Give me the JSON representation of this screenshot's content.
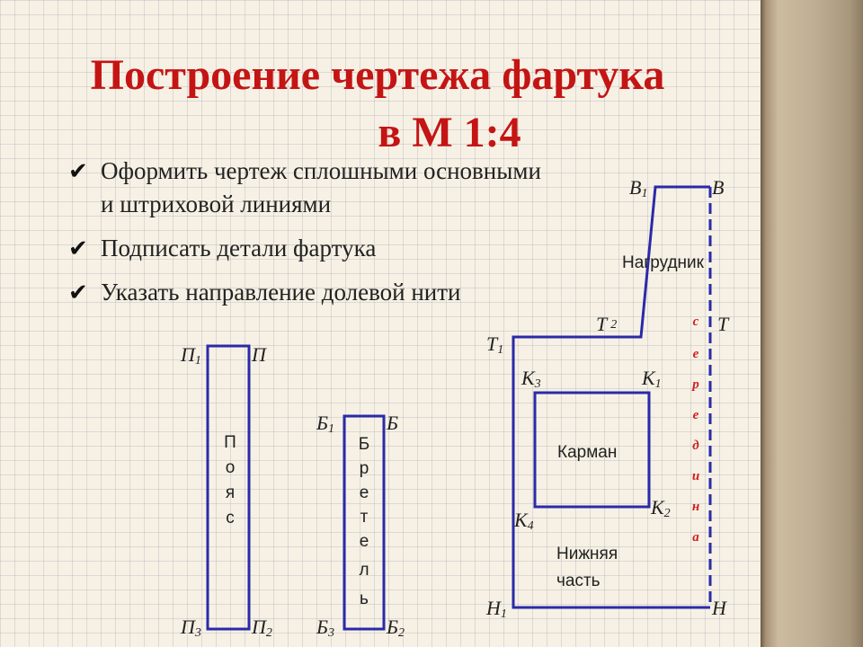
{
  "title": {
    "line1": "Построение чертежа фартука",
    "line2": "в М 1:4"
  },
  "bullets": [
    {
      "icon": "checkmark-icon",
      "text": "Оформить чертеж сплошными основными и штриховой линиями"
    },
    {
      "icon": "checkmark-icon",
      "text": "Подписать детали фартука"
    },
    {
      "icon": "checkmark-icon",
      "text": "Указать направление долевой нити"
    }
  ],
  "belt": {
    "labels": {
      "p1": "П",
      "p1_sub": "1",
      "p": "П",
      "p3": "П",
      "p3_sub": "3",
      "p2": "П",
      "p2_sub": "2"
    },
    "name_letters": [
      "П",
      "о",
      "я",
      "с"
    ]
  },
  "strap": {
    "labels": {
      "b1": "Б",
      "b1_sub": "1",
      "b": "Б",
      "b3": "Б",
      "b3_sub": "3",
      "b2": "Б",
      "b2_sub": "2"
    },
    "name_letters": [
      "Б",
      "р",
      "е",
      "т",
      "е",
      "л",
      "ь"
    ]
  },
  "apron": {
    "labels": {
      "v1": "В",
      "v1_sub": "1",
      "v": "В",
      "t2": "Т",
      "t2_sub": "2",
      "t": "Т",
      "t1": "Т",
      "t1_sub": "1",
      "k3": "К",
      "k3_sub": "3",
      "k1": "К",
      "k1_sub": "1",
      "k2": "К",
      "k2_sub": "2",
      "k4": "К",
      "k4_sub": "4",
      "n1": "Н",
      "n1_sub": "1",
      "n": "Н"
    },
    "bib": "Нагрудник",
    "pocket": "Карман",
    "lower": [
      "Нижняя",
      "часть"
    ],
    "middle_letters": [
      "с",
      "е",
      "р",
      "е",
      "д",
      "и",
      "н",
      "а"
    ]
  },
  "colors": {
    "title": "#c41414",
    "outline": "#2b2aa8",
    "middle_text": "#d02020"
  }
}
